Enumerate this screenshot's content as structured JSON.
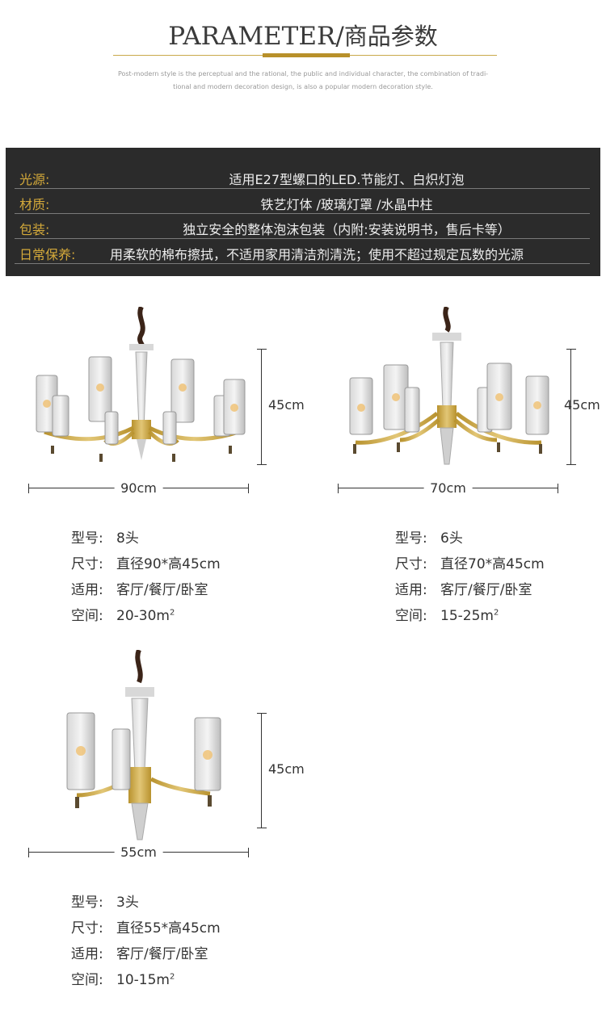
{
  "header": {
    "title_en": "PARAMETER/",
    "title_zh": "商品参数",
    "subtitle_line1": "Post-modern style is the perceptual and the rational, the public and individual character, the combination of tradi-",
    "subtitle_line2": "tional and modern decoration design, is also a popular modern decoration style."
  },
  "spec": [
    {
      "key": "光源:",
      "value": "适用E27型螺口的LED.节能灯、白炽灯泡"
    },
    {
      "key": "材质:",
      "value": "铁艺灯体 /玻璃灯罩 /水晶中柱"
    },
    {
      "key": "包装:",
      "value": "独立安全的整体泡沫包装（内附:安装说明书，售后卡等）"
    },
    {
      "key": "日常保养:",
      "value": "用柔软的棉布擦拭，不适用家用清洁剂清洗；使用不超过规定瓦数的光源"
    }
  ],
  "products": [
    {
      "height": "45cm",
      "width": "90cm",
      "labels": {
        "model": "型号:",
        "size": "尺寸:",
        "use": "适用:",
        "space": "空间:"
      },
      "model": "8头",
      "size": "直径90*高45cm",
      "use": "客厅/餐厅/卧室",
      "space": "20-30m",
      "space_sup": "2"
    },
    {
      "height": "45cm",
      "width": "70cm",
      "labels": {
        "model": "型号:",
        "size": "尺寸:",
        "use": "适用:",
        "space": "空间:"
      },
      "model": "6头",
      "size": "直径70*高45cm",
      "use": "客厅/餐厅/卧室",
      "space": "15-25m",
      "space_sup": "2"
    },
    {
      "height": "45cm",
      "width": "55cm",
      "labels": {
        "model": "型号:",
        "size": "尺寸:",
        "use": "适用:",
        "space": "空间:"
      },
      "model": "3头",
      "size": "直径55*高45cm",
      "use": "客厅/餐厅/卧室",
      "space": "10-15m",
      "space_sup": "2"
    }
  ],
  "colors": {
    "gold": "#c9a94a",
    "dark_panel": "#2b2b2b",
    "key_text": "#d4a93a"
  }
}
